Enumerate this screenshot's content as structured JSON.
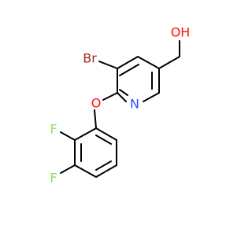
{
  "molecule": {
    "atoms": [
      {
        "id": "br",
        "symbol": "Br",
        "color": "#a62929"
      },
      {
        "id": "o_ether",
        "symbol": "O",
        "color": "#ff0d0d"
      },
      {
        "id": "n_ring",
        "symbol": "N",
        "color": "#3050f8"
      },
      {
        "id": "oh",
        "symbol": "OH",
        "color": "#ff0d0d"
      },
      {
        "id": "f_ortho",
        "symbol": "F",
        "color": "#90e050"
      },
      {
        "id": "f_para",
        "symbol": "F",
        "color": "#90e050"
      }
    ]
  }
}
